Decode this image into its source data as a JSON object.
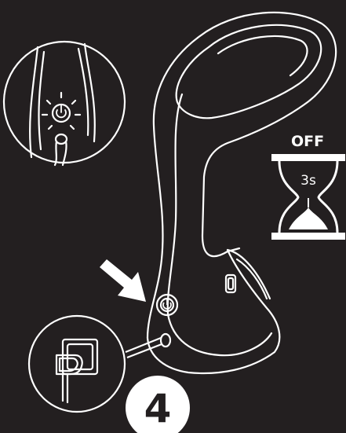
{
  "timer": {
    "state_label": "OFF",
    "duration_label": "3s"
  },
  "step": {
    "number": "4"
  },
  "icons": {
    "detail_power": "power-button-icon",
    "plug": "power-plug-icon",
    "hourglass": "hourglass-icon",
    "arrow": "pointer-arrow-icon"
  },
  "colors": {
    "background": "#231f20",
    "line": "#ffffff"
  }
}
